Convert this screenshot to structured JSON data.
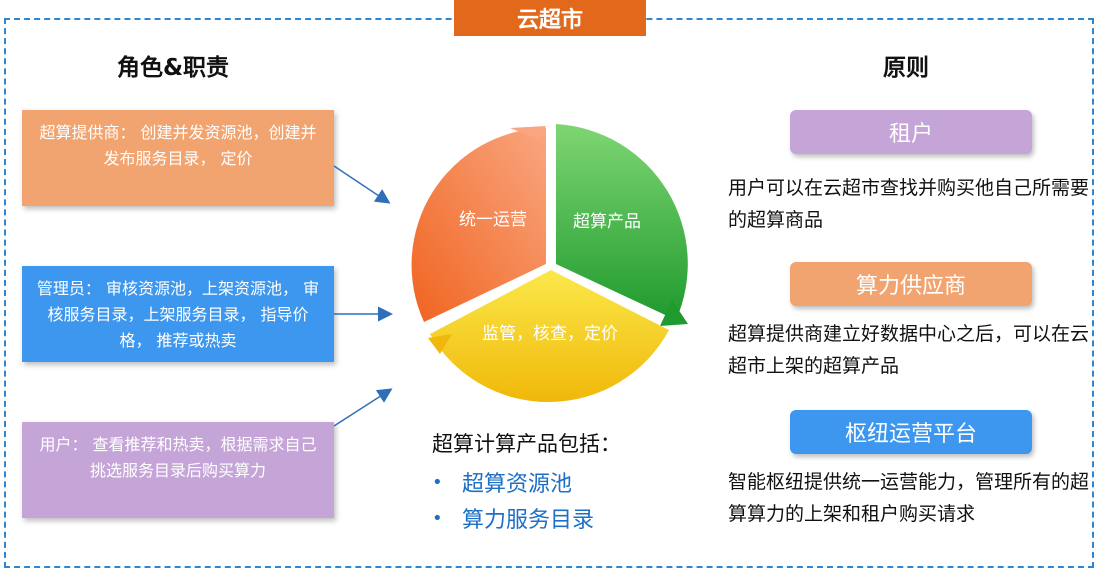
{
  "title": "云超市",
  "roles_heading": "角色&职责",
  "principles_heading": "原则",
  "roles": [
    {
      "text": "超算提供商：  创建并发资源池，创建并发布服务目录，  定价"
    },
    {
      "text": "管理员：  审核资源池，上架资源池，  审核服务目录，上架服务目录，  指导价格，  推荐或热卖"
    },
    {
      "text": "用户：  查看推荐和热卖，根据需求自己挑选服务目录后购买算力"
    }
  ],
  "wheel": {
    "ops": "统一运营",
    "product": "超算产品",
    "supervise": "监管，核查，定价",
    "colors": {
      "orange": "#f07a3a",
      "green": "#3cb43c",
      "yellow": "#f5d11e"
    }
  },
  "products": {
    "heading": "超算计算产品包括：",
    "items": [
      "超算资源池",
      "算力服务目录"
    ]
  },
  "principles": [
    {
      "label": "租户",
      "text": "用户可以在云超市查找并购买他自己所需要的超算商品"
    },
    {
      "label": "算力供应商",
      "text": "超算提供商建立好数据中心之后，可以在云超市上架的超算产品"
    },
    {
      "label": "枢纽运营平台",
      "text": "智能枢纽提供统一运营能力，管理所有的超算算力的上架和租户购买请求"
    }
  ]
}
